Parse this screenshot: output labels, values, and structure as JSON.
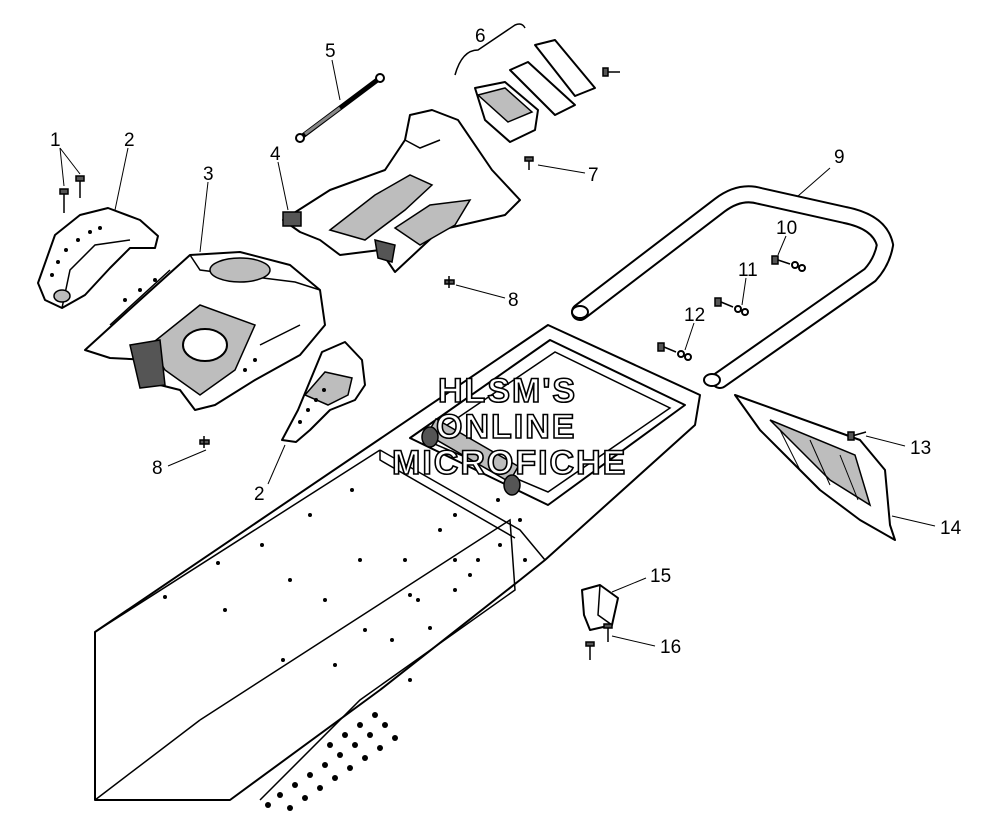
{
  "diagram": {
    "watermark": [
      "HLSM'S",
      "ONLINE",
      "MICROFICHE"
    ],
    "callouts": [
      "1",
      "2",
      "3",
      "4",
      "5",
      "6",
      "7",
      "8",
      "9",
      "10",
      "11",
      "12",
      "2",
      "8",
      "13",
      "14",
      "15",
      "16"
    ]
  }
}
